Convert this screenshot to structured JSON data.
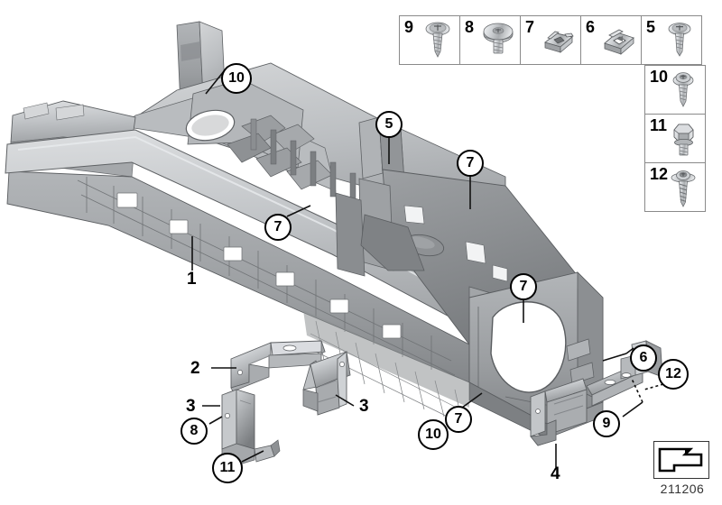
{
  "diagram": {
    "number": "211206",
    "orientation_icon": "forward-arrow-icon"
  },
  "legend": {
    "title_hidden": "",
    "top_row": [
      {
        "number": "9",
        "icon": "flange-head-tapping-screw-icon"
      },
      {
        "number": "8",
        "icon": "large-flat-head-screw-icon"
      },
      {
        "number": "7",
        "icon": "sheet-metal-clip-nut-icon"
      },
      {
        "number": "6",
        "icon": "sheet-metal-u-nut-icon"
      },
      {
        "number": "5",
        "icon": "flange-head-tapping-screw-icon"
      }
    ],
    "right_column": [
      {
        "number": "10",
        "icon": "pan-head-tapping-screw-icon"
      },
      {
        "number": "11",
        "icon": "hex-head-bolt-icon"
      },
      {
        "number": "12",
        "icon": "washer-head-wood-screw-icon"
      }
    ]
  },
  "callouts": [
    {
      "id": "callout-10-top",
      "label": "10",
      "style": "circle"
    },
    {
      "id": "callout-5",
      "label": "5",
      "style": "circle"
    },
    {
      "id": "callout-7-upper",
      "label": "7",
      "style": "circle"
    },
    {
      "id": "callout-7-left",
      "label": "7",
      "style": "circle"
    },
    {
      "id": "callout-7-mid",
      "label": "7",
      "style": "circle"
    },
    {
      "id": "callout-6",
      "label": "6",
      "style": "circle"
    },
    {
      "id": "callout-12",
      "label": "12",
      "style": "circle"
    },
    {
      "id": "callout-9",
      "label": "9",
      "style": "circle"
    },
    {
      "id": "callout-7-lower",
      "label": "7",
      "style": "circle"
    },
    {
      "id": "callout-10-lower",
      "label": "10",
      "style": "circle"
    },
    {
      "id": "callout-8",
      "label": "8",
      "style": "circle"
    },
    {
      "id": "callout-11",
      "label": "11",
      "style": "circle"
    }
  ],
  "part_labels": [
    {
      "id": "label-1",
      "label": "1"
    },
    {
      "id": "label-2",
      "label": "2"
    },
    {
      "id": "label-3-left",
      "label": "3"
    },
    {
      "id": "label-3-right",
      "label": "3"
    },
    {
      "id": "label-4",
      "label": "4"
    }
  ],
  "parts": {
    "main_carrier": "center-console-carrier",
    "bracket_2": "console-mounting-bracket",
    "bracket_3_left": "console-side-bracket-left",
    "bracket_3_right": "console-side-bracket-right",
    "bracket_4": "console-rear-bracket",
    "bracket_9": "console-rear-support-plate"
  },
  "colors": {
    "part_light": "#c9cbcd",
    "part_mid": "#a8abae",
    "part_dark": "#8d9093",
    "part_darker": "#74777a",
    "part_shadow": "#5f6265",
    "outline": "#5a5d60",
    "metal_light": "#e4e6e8",
    "metal_mid": "#b6b9bc",
    "metal_dark": "#86898c",
    "stroke": "#000000",
    "background": "#ffffff"
  }
}
